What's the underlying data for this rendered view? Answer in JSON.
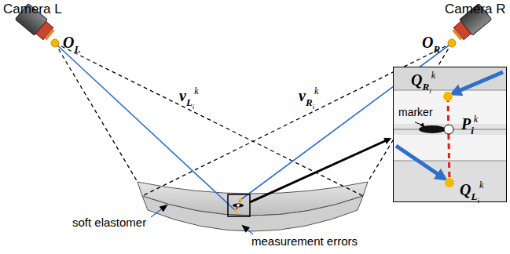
{
  "diagram": {
    "nodes": [
      {
        "text": [
          "QRik",
          "marker",
          "Pik",
          "QLik"
        ]
      }
    ],
    "labels": [
      "Camera L",
      "Camera R",
      "OL",
      "OR",
      "vLik",
      "vRik",
      "soft elastomer",
      "measurement errors"
    ]
  }
}
